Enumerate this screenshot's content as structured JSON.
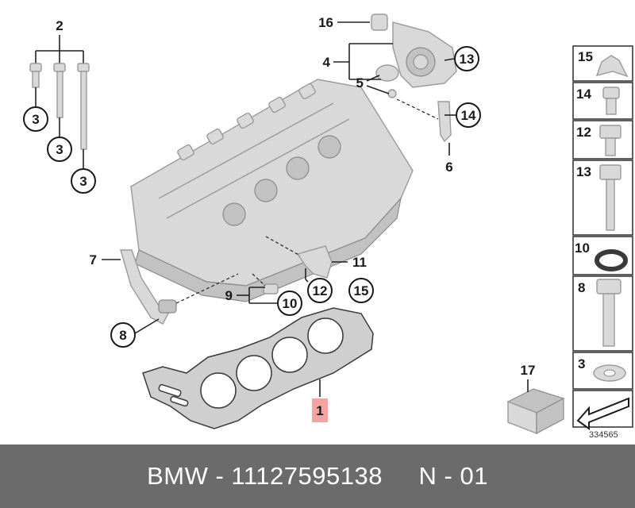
{
  "diagram": {
    "callouts": {
      "c1": "1",
      "c2": "2",
      "c3a": "3",
      "c3b": "3",
      "c3c": "3",
      "c4": "4",
      "c5": "5",
      "c6": "6",
      "c7": "7",
      "c8": "8",
      "c9": "9",
      "c10": "10",
      "c11": "11",
      "c12": "12",
      "c13": "13",
      "c14": "14",
      "c15": "15",
      "c16": "16",
      "c17": "17"
    },
    "panel": {
      "p15": "15",
      "p14": "14",
      "p12": "12",
      "p13": "13",
      "p10": "10",
      "p8": "8",
      "p3": "3"
    },
    "ref_number": "334565",
    "colors": {
      "highlight": "#f4a3a3",
      "footer": "#6b6b6b"
    }
  },
  "footer": {
    "brand": "BMW",
    "sep1": " - ",
    "part_number": "11127595138",
    "gap": "     ",
    "position": "N - 01"
  }
}
